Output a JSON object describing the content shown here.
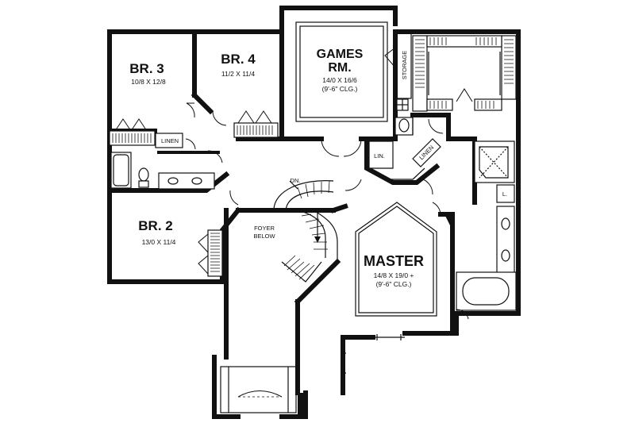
{
  "rooms": {
    "br3": {
      "name": "BR. 3",
      "dim": "10/8 X 12/8"
    },
    "br4": {
      "name": "BR. 4",
      "dim": "11/2 X 11/4"
    },
    "games": {
      "name_line1": "GAMES",
      "name_line2": "RM.",
      "dim": "14/0 X 16/6",
      "ceiling": "(9'-6\" CLG.)"
    },
    "br2": {
      "name": "BR. 2",
      "dim": "13/0 X 11/4"
    },
    "master": {
      "name": "MASTER",
      "dim": "14/8 X 19/0 +",
      "ceiling": "(9'-6\" CLG.)"
    },
    "foyer": {
      "line1": "FOYER",
      "line2": "BELOW"
    }
  },
  "labels": {
    "linen_left": "LINEN",
    "linen_right": "LINEN",
    "lin": "LIN.",
    "storage": "STORAGE",
    "dn": "DN.",
    "l": "L."
  }
}
